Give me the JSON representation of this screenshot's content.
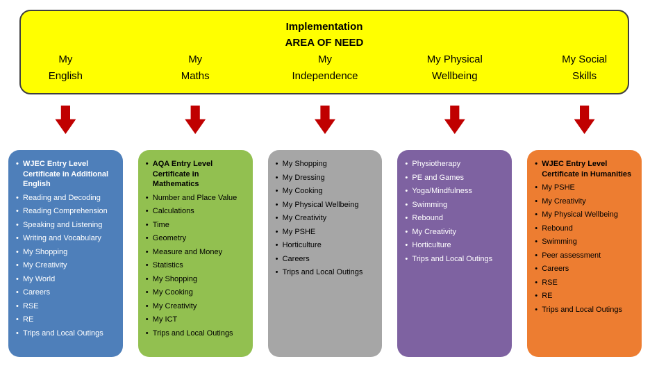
{
  "banner": {
    "title": "Implementation",
    "subtitle": "AREA OF NEED",
    "fill_color": "#ffff00",
    "border_color": "#3f3f3f"
  },
  "arrow_color": "#c00000",
  "columns": [
    {
      "header": "My\nEnglish",
      "card": {
        "bg": "#4e7fba",
        "text": "#ffffff",
        "items": [
          {
            "text": "WJEC Entry Level Certificate in Additional English",
            "bold": true
          },
          {
            "text": "Reading and Decoding"
          },
          {
            "text": "Reading Comprehension"
          },
          {
            "text": "Speaking and Listening"
          },
          {
            "text": "Writing and Vocabulary"
          },
          {
            "text": "My Shopping"
          },
          {
            "text": "My Creativity"
          },
          {
            "text": "My World"
          },
          {
            "text": "Careers"
          },
          {
            "text": "RSE"
          },
          {
            "text": "RE"
          },
          {
            "text": "Trips and Local Outings"
          }
        ]
      }
    },
    {
      "header": "My\nMaths",
      "card": {
        "bg": "#92c050",
        "text": "#000000",
        "items": [
          {
            "text": "AQA Entry Level Certificate in Mathematics",
            "bold": true
          },
          {
            "text": "Number and Place Value"
          },
          {
            "text": "Calculations"
          },
          {
            "text": "Time"
          },
          {
            "text": "Geometry"
          },
          {
            "text": "Measure and Money"
          },
          {
            "text": "Statistics"
          },
          {
            "text": "My Shopping"
          },
          {
            "text": "My Cooking"
          },
          {
            "text": "My Creativity"
          },
          {
            "text": "My ICT"
          },
          {
            "text": "Trips and Local Outings"
          }
        ]
      }
    },
    {
      "header": "My\nIndependence",
      "card": {
        "bg": "#a6a6a6",
        "text": "#000000",
        "items": [
          {
            "text": "My Shopping"
          },
          {
            "text": "My Dressing"
          },
          {
            "text": "My Cooking"
          },
          {
            "text": "My Physical Wellbeing"
          },
          {
            "text": "My Creativity"
          },
          {
            "text": "My PSHE"
          },
          {
            "text": "Horticulture"
          },
          {
            "text": "Careers"
          },
          {
            "text": "Trips and Local Outings"
          }
        ]
      }
    },
    {
      "header": "My Physical\nWellbeing",
      "card": {
        "bg": "#7e62a1",
        "text": "#ffffff",
        "items": [
          {
            "text": "Physiotherapy"
          },
          {
            "text": "PE and Games"
          },
          {
            "text": "Yoga/Mindfulness"
          },
          {
            "text": "Swimming"
          },
          {
            "text": "Rebound"
          },
          {
            "text": "My Creativity"
          },
          {
            "text": "Horticulture"
          },
          {
            "text": "Trips and Local Outings"
          }
        ]
      }
    },
    {
      "header": "My Social\nSkills",
      "card": {
        "bg": "#ed7d31",
        "text": "#000000",
        "items": [
          {
            "text": "WJEC Entry Level Certificate in Humanities",
            "bold": true
          },
          {
            "text": "My PSHE"
          },
          {
            "text": "My Creativity"
          },
          {
            "text": "My Physical Wellbeing"
          },
          {
            "text": "Rebound"
          },
          {
            "text": "Swimming"
          },
          {
            "text": "Peer assessment"
          },
          {
            "text": "Careers"
          },
          {
            "text": "RSE"
          },
          {
            "text": "RE"
          },
          {
            "text": "Trips and Local Outings"
          }
        ]
      }
    }
  ]
}
